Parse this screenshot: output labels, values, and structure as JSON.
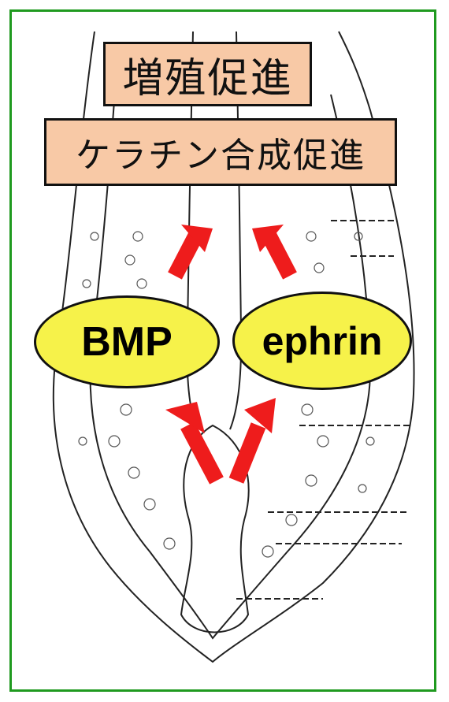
{
  "labels": {
    "proliferation": "増殖促進",
    "keratin_synthesis": "ケラチン合成促進",
    "bmp": "BMP",
    "ephrin": "ephrin"
  },
  "colors": {
    "frame": "#1f9a1f",
    "label_box_fill": "#f8c9a6",
    "oval_fill": "#f6f24a",
    "arrow": "#ee1c1c"
  }
}
